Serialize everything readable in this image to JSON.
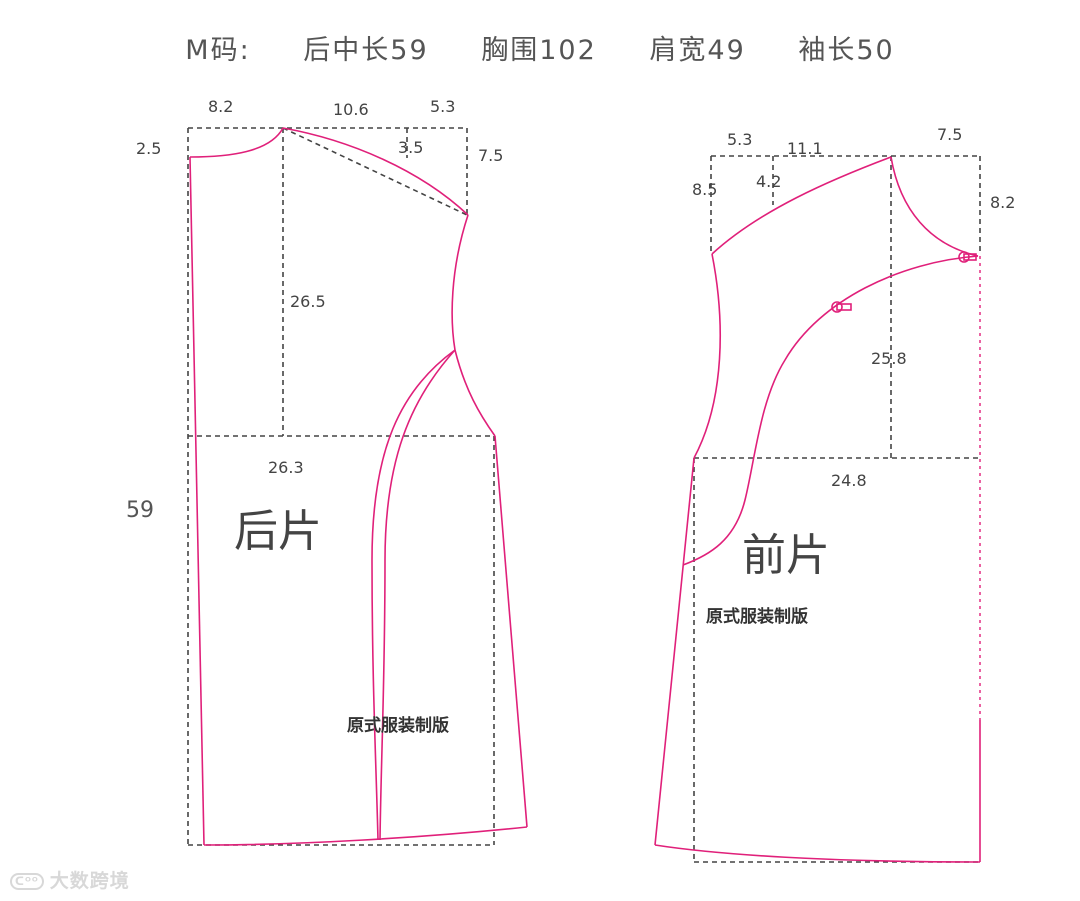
{
  "header": {
    "size_label": "M码:",
    "measurements": [
      {
        "label": "后中长",
        "value": "59"
      },
      {
        "label": "胸围",
        "value": "102"
      },
      {
        "label": "肩宽",
        "value": "49"
      },
      {
        "label": "袖长",
        "value": "50"
      }
    ]
  },
  "back_piece": {
    "name": "后片",
    "brand": "原式服装制版",
    "dims": {
      "neck_width": "8.2",
      "neck_depth": "2.5",
      "shoulder_width": "10.6",
      "shoulder_extra": "5.3",
      "shoulder_drop_mid": "3.5",
      "shoulder_drop": "7.5",
      "armhole_depth": "26.5",
      "chest_width": "26.3",
      "length": "59"
    }
  },
  "front_piece": {
    "name": "前片",
    "brand": "原式服装制版",
    "dims": {
      "shoulder_extra": "5.3",
      "shoulder_width": "11.1",
      "neck_width": "7.5",
      "shoulder_drop": "8.5",
      "shoulder_drop_mid": "4.2",
      "neck_depth": "8.2",
      "armhole_depth": "25.8",
      "chest_width": "24.8"
    }
  },
  "watermark": {
    "logo": "ᑕᴼᴼ",
    "text": "大数跨境"
  },
  "colors": {
    "cut_line": "#e0207a",
    "construction_line": "#444444",
    "text": "#444444"
  }
}
